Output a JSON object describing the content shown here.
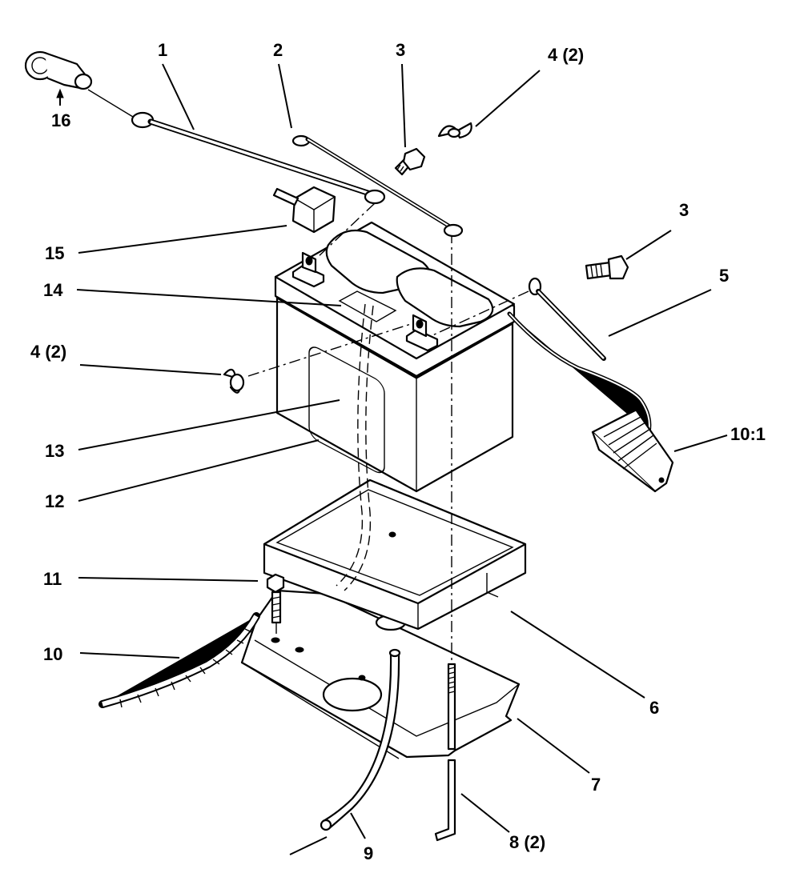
{
  "callouts": {
    "c1": "1",
    "c2": "2",
    "c3a": "3",
    "c3b": "3",
    "c4a": "4 (2)",
    "c4b": "4 (2)",
    "c5": "5",
    "c6": "6",
    "c7": "7",
    "c8": "8 (2)",
    "c9": "9",
    "c10": "10",
    "c101": "10:1",
    "c11": "11",
    "c12": "12",
    "c13": "13",
    "c14": "14",
    "c15": "15",
    "c16": "16"
  }
}
